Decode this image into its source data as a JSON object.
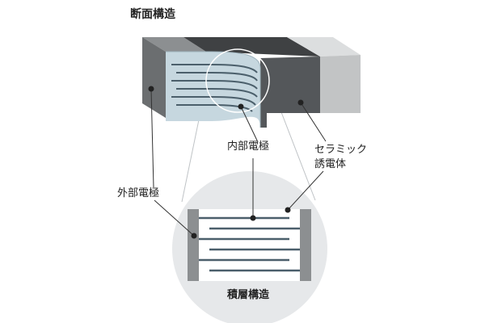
{
  "title": "断面構造",
  "labels": {
    "internal_electrode": "内部電極",
    "ceramic_line1": "セラミック",
    "ceramic_line2": "誘電体",
    "external_electrode": "外部電極",
    "laminate_structure": "積層構造"
  },
  "colors": {
    "external_electrode_front": "#6b6e70",
    "external_electrode_top": "#8c8f91",
    "body_top": "#3f4143",
    "body_front": "#54575a",
    "right_cap_front": "#c2c4c5",
    "right_cap_top": "#dcdedf",
    "cut_face": "#c6d7df",
    "inner_lines": "#4b5f6b",
    "zoom_circle": "#e6e8ea",
    "leader_lines": "#333333"
  }
}
